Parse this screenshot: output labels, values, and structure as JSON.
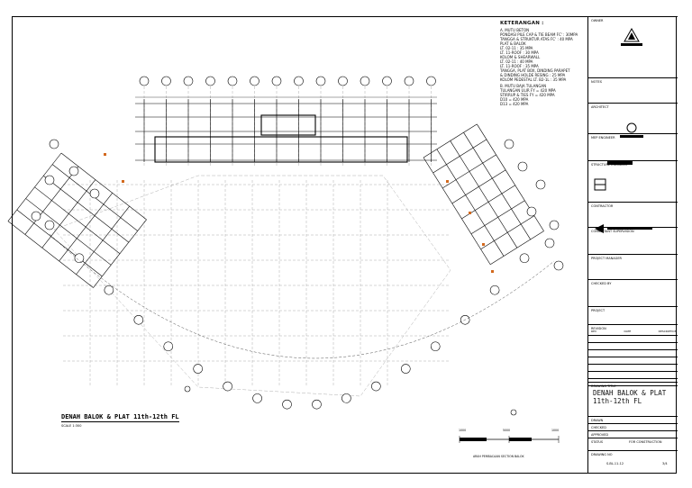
{
  "notes": {
    "heading": "KETERANGAN :",
    "lines": [
      "A. MUTU BETON",
      "PONDASI PILE CAP & TIE BEAM FC' : 30MPA",
      "TANGGA & STRUKTUR ATAS FC' : 40 MPA",
      "PLAT & BALOK",
      "LT. 02-11 : 35 MPA",
      "LT. 11-ROOF : 30 MPA",
      "KOLOM & SHEARWALL",
      "LT. 02-11 : 40 MPA",
      "LT. 11-ROOF : 35 MPA",
      "TANGGA, PLAT BOX, DINDING PARAPET",
      "& DINDING HOLDE RESING : 25 MPA",
      "KOLOM PEDESTAL LT. B2-1L : 35 MPA",
      "B. MUTU BAJA TULANGAN",
      "TULANGAN ULIR FY = 420 MPA",
      "STIRRUP & TIES FY = 420 MPA",
      "D10 = 420 MPA",
      "D13 = 420 MPA"
    ]
  },
  "plan": {
    "title": "DENAH BALOK & PLAT 11th-12th FL",
    "scale": "SCALE 1:300",
    "scale_bar": [
      "1000",
      "500",
      "0",
      "1000"
    ],
    "section_note": "ARAH PEMBACAAN SECTION BALOK"
  },
  "title_block": {
    "rows": [
      "OWNER",
      "NOTES",
      "ARCHITECT",
      "MEP ENGINEER",
      "STRUCTURE ENGINEER",
      "CONTRACTOR",
      "CONSULTANT SUPERVISION",
      "PROJECT MANAGER",
      "CHECKED BY",
      "PROJECT",
      "REVISION"
    ],
    "revision_headers": [
      "REV",
      "DATE",
      "DESCRIPTION"
    ],
    "drawing_title_label": "DRAWING TITLE",
    "drawing_title": [
      "DENAH BALOK & PLAT",
      "11th-12th FL"
    ],
    "sign_rows": [
      "DRAWN",
      "CHECKED",
      "APPROVED",
      "STATUS"
    ],
    "status": "FOR CONSTRUCTION",
    "drawing_no_label": "DRAWING NO",
    "drawing_no": "S-BL-11-12",
    "sheet_no": "3/4"
  },
  "colors": {
    "line": "#000000",
    "grid": "#9a9a9a",
    "accent": "#d2691e"
  }
}
